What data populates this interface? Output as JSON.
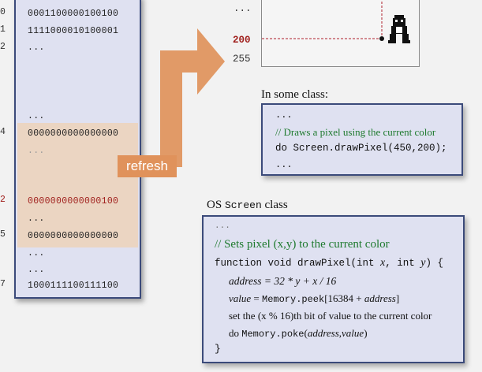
{
  "ram": {
    "addresses": [
      "0",
      "1",
      "2",
      "4",
      "2",
      "5",
      "7"
    ],
    "rows": [
      "0001100000100100",
      "1111000010100001",
      "...",
      "...",
      "0000000000000000",
      "...",
      "0000000000000100",
      "...",
      "0000000000000000",
      "...",
      "...",
      "1000111100111100"
    ]
  },
  "arrow": {
    "label": "refresh"
  },
  "screen": {
    "dots": "...",
    "row_200": "200",
    "row_255": "255"
  },
  "class_box": {
    "heading": "In some class:",
    "lines": [
      "...",
      "// Draws a pixel using the current color",
      "do Screen.drawPixel(450,200);",
      "..."
    ]
  },
  "os_box": {
    "heading_prefix": "OS",
    "heading_class": "Screen",
    "heading_suffix": "class",
    "dots": "...",
    "comment": "// Sets pixel (x,y) to the current color",
    "signature_a": "function void drawPixel(int ",
    "signature_x": "x",
    "signature_b": ", int ",
    "signature_y": "y",
    "signature_c": ") {",
    "line_address": "address = 32 * y + x / 16",
    "line_value_a": "value",
    "line_value_b": " = ",
    "line_value_c": "Memory.peek",
    "line_value_d": "[16384 + ",
    "line_value_e": "address",
    "line_value_f": "]",
    "line_set": "set the (x % 16)th bit of value to the current color",
    "line_poke_a": "do ",
    "line_poke_b": "Memory.poke",
    "line_poke_c": "(",
    "line_poke_d": "address",
    "line_poke_e": ",",
    "line_poke_f": "value",
    "line_poke_g": ")",
    "close_brace": "}"
  },
  "colors": {
    "accent_red": "#a0201d",
    "arrow_orange": "#e0925b",
    "box_blue": "#dfe1f1",
    "comment_green": "#1e7a2e"
  }
}
